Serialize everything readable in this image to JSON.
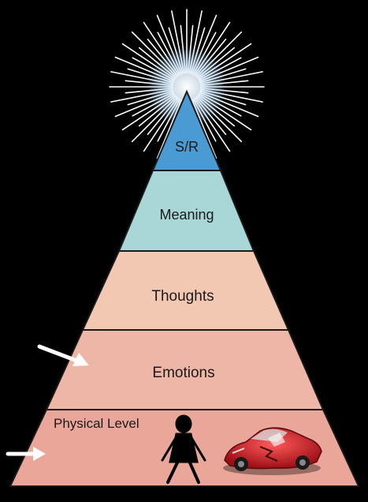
{
  "pyramid": {
    "levels": [
      {
        "label": "S/R",
        "fill": "#4a9ad3"
      },
      {
        "label": "Meaning",
        "fill": "#a9d7d8"
      },
      {
        "label": "Thoughts",
        "fill": "#f3c8b3"
      },
      {
        "label": "Emotions",
        "fill": "#eeb6a6"
      },
      {
        "label": "Physical Level",
        "fill": "#e9a699"
      }
    ],
    "outline_color": "#1a1a1a",
    "glow_color": "#ffffff"
  },
  "arrows": {
    "color": "#ffffff",
    "count": 2
  },
  "icons": {
    "person": "person-icon",
    "car": "crashed-car-icon",
    "car_color": "#d4202b"
  }
}
